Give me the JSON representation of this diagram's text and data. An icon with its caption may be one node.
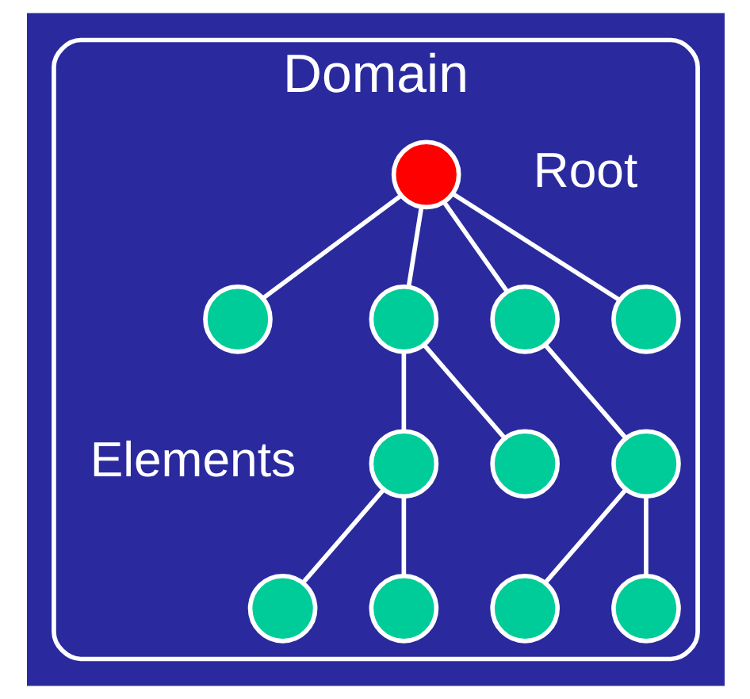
{
  "diagram": {
    "nodes": [
      {
        "text": [
          "Domain"
        ]
      },
      {
        "text": [],
        "shape": "circle",
        "in": 0,
        "beside": [
          "Root"
        ]
      },
      {
        "text": [],
        "shape": "circle",
        "in": 0
      },
      {
        "text": [],
        "shape": "circle",
        "in": 0
      },
      {
        "text": [],
        "shape": "circle",
        "in": 0
      },
      {
        "text": [],
        "shape": "circle",
        "in": 0
      },
      {
        "text": [],
        "shape": "circle",
        "in": 0
      },
      {
        "text": [],
        "shape": "circle",
        "in": 0
      },
      {
        "text": [],
        "shape": "circle",
        "in": 0
      },
      {
        "text": [],
        "shape": "circle",
        "in": 0
      },
      {
        "text": [],
        "shape": "circle",
        "in": 0
      },
      {
        "text": [],
        "shape": "circle",
        "in": 0
      },
      {
        "text": [],
        "shape": "circle",
        "in": 0
      }
    ],
    "edges": [
      {
        "from": 1,
        "to": 2,
        "arrow": "none"
      },
      {
        "from": 1,
        "to": 3,
        "arrow": "none"
      },
      {
        "from": 1,
        "to": 4,
        "arrow": "none"
      },
      {
        "from": 1,
        "to": 5,
        "arrow": "none"
      },
      {
        "from": 3,
        "to": 6,
        "arrow": "none"
      },
      {
        "from": 3,
        "to": 7,
        "arrow": "none"
      },
      {
        "from": 4,
        "to": 8,
        "arrow": "none"
      },
      {
        "from": 6,
        "to": 9,
        "arrow": "none"
      },
      {
        "from": 6,
        "to": 10,
        "arrow": "none"
      },
      {
        "from": 8,
        "to": 11,
        "arrow": "none"
      },
      {
        "from": 8,
        "to": 12,
        "arrow": "none"
      }
    ],
    "labels": [
      "Elements"
    ]
  }
}
